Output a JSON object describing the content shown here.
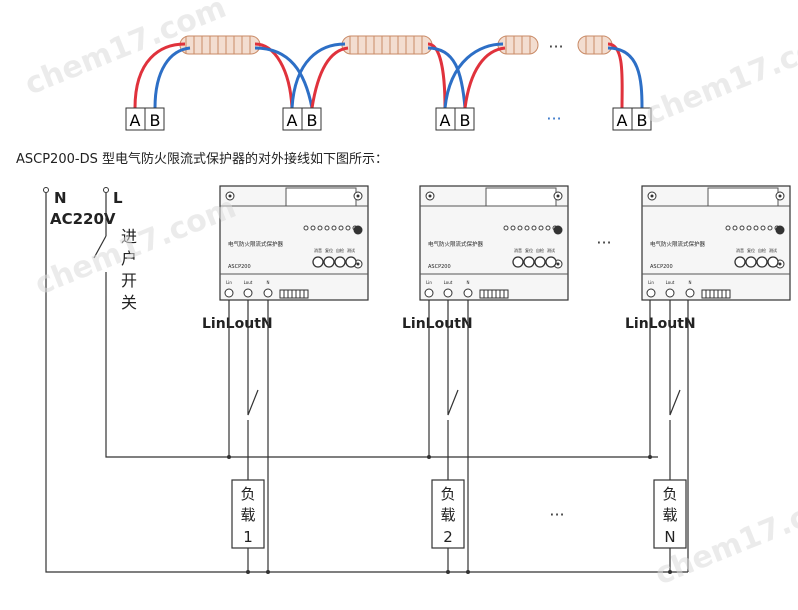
{
  "caption": "ASCP200-DS 型电气防火限流式保护器的对外接线如下图所示：",
  "bus_labels": {
    "a": "A",
    "b": "B"
  },
  "ellipsis": "···",
  "power": {
    "n": "N",
    "l": "L",
    "voltage": "AC220V",
    "switch_chars": [
      "进",
      "户",
      "开",
      "关"
    ]
  },
  "device": {
    "title": "电气防火限流式保护器",
    "model": "ASCP200",
    "buttons": [
      "消音",
      "复位",
      "自检",
      "测试"
    ],
    "terminals": [
      "Lin",
      "Lout",
      "N"
    ]
  },
  "terminal_labels": "LinLoutN",
  "load_chars": [
    "负",
    "载"
  ],
  "loads": [
    "1",
    "2",
    "N"
  ],
  "watermark": "chem17.com",
  "colors": {
    "wire": "#3a3a3a",
    "red": "#e0323c",
    "blue": "#2d6fc6",
    "coil": "#c98a66",
    "panel": "#f4f4f4"
  }
}
